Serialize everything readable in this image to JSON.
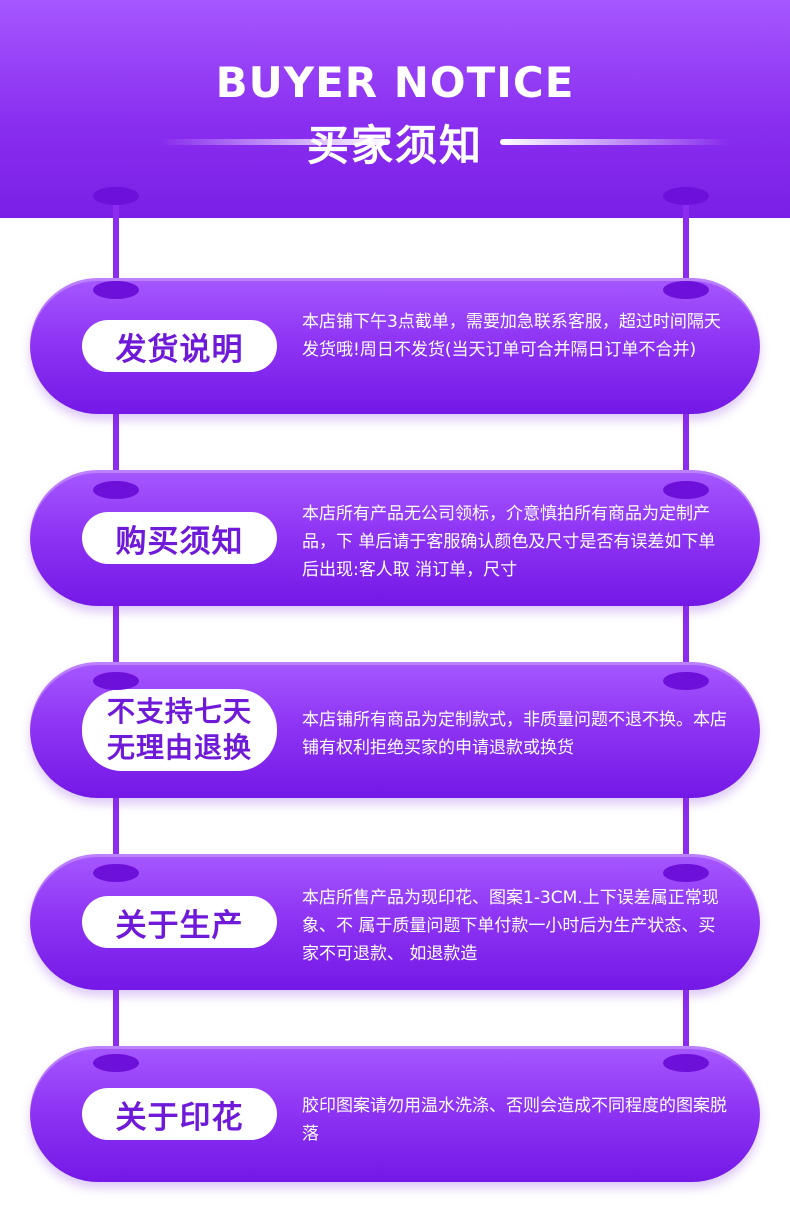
{
  "header": {
    "title_en": "BUYER NOTICE",
    "title_zh": "买家须知"
  },
  "cards": [
    {
      "label": "发货说明",
      "text": "本店铺下午3点截单，需要加急联系客服，超过时间隔天 发货哦!周日不发货(当天订单可合并隔日订单不合并)"
    },
    {
      "label": "购买须知",
      "text": "本店所有产品无公司领标，介意慎拍所有商品为定制产品，下 单后请于客服确认颜色及尺寸是否有误差如下单后出现:客人取 消订单，尺寸"
    },
    {
      "label_line1": "不支持七天",
      "label_line2": "无理由退换",
      "text": "本店铺所有商品为定制款式，非质量问题不退不换。本店 铺有权利拒绝买家的申请退款或换货"
    },
    {
      "label": "关于生产",
      "text": "本店所售产品为现印花、图案1-3CM.上下误差属正常现象、不 属于质量问题下单付款一小时后为生产状态、买家不可退款、 如退款造"
    },
    {
      "label": "关于印花",
      "text": "胶印图案请勿用温水洗涤、否则会造成不同程度的图案脱 落"
    }
  ],
  "colors": {
    "primary": "#8a2ff0",
    "label_text": "#6f1ad9",
    "background": "#ffffff"
  }
}
